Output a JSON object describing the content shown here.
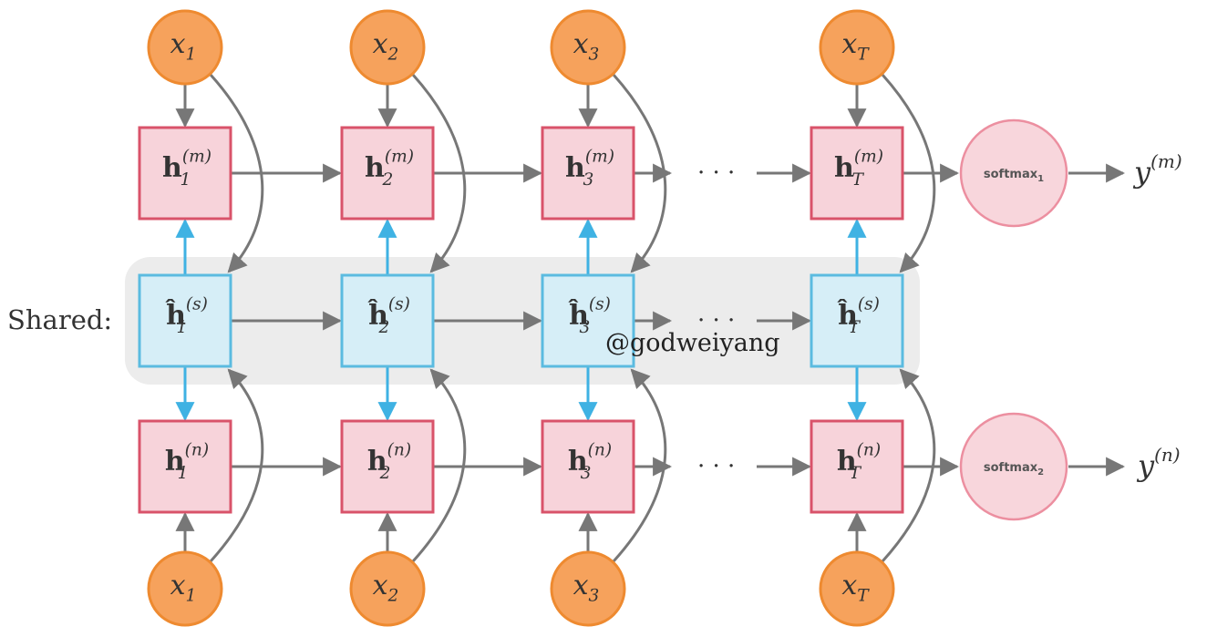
{
  "shared_label": "Shared:",
  "inputs_top": [
    {
      "base": "x",
      "sub": "1"
    },
    {
      "base": "x",
      "sub": "2"
    },
    {
      "base": "x",
      "sub": "3"
    },
    {
      "base": "x",
      "sub": "T"
    }
  ],
  "inputs_bottom": [
    {
      "base": "x",
      "sub": "1"
    },
    {
      "base": "x",
      "sub": "2"
    },
    {
      "base": "x",
      "sub": "3"
    },
    {
      "base": "x",
      "sub": "T"
    }
  ],
  "hidden_m": [
    {
      "base": "h",
      "sub": "1",
      "sup": "(m)"
    },
    {
      "base": "h",
      "sub": "2",
      "sup": "(m)"
    },
    {
      "base": "h",
      "sub": "3",
      "sup": "(m)"
    },
    {
      "base": "h",
      "sub": "T",
      "sup": "(m)"
    }
  ],
  "hidden_s": [
    {
      "base": "ĥ",
      "sub": "1",
      "sup": "(s)"
    },
    {
      "base": "ĥ",
      "sub": "2",
      "sup": "(s)"
    },
    {
      "base": "ĥ",
      "sub": "3",
      "sup": "(s)"
    },
    {
      "base": "ĥ",
      "sub": "T",
      "sup": "(s)"
    }
  ],
  "hidden_n": [
    {
      "base": "h",
      "sub": "1",
      "sup": "(n)"
    },
    {
      "base": "h",
      "sub": "2",
      "sup": "(n)"
    },
    {
      "base": "h",
      "sub": "3",
      "sup": "(n)"
    },
    {
      "base": "h",
      "sub": "T",
      "sup": "(n)"
    }
  ],
  "ellipsis": "· · ·",
  "softmax_top": {
    "base": "softmax",
    "sub": "1"
  },
  "softmax_bottom": {
    "base": "softmax",
    "sub": "2"
  },
  "output_top": {
    "base": "y",
    "sup": "(m)"
  },
  "output_bottom": {
    "base": "y",
    "sup": "(n)"
  },
  "watermark": "@godweiyang",
  "colors": {
    "input_fill": "#f6a25c",
    "input_stroke": "#ee8a30",
    "hidden_task_fill": "#f7d3da",
    "hidden_task_stroke": "#d9536a",
    "hidden_shared_fill": "#d6eef7",
    "hidden_shared_stroke": "#5bbbe0",
    "softmax_fill": "#f8d6dc",
    "softmax_stroke": "#ec8fa0",
    "shared_band": "#ececec",
    "arrow_gray": "#777777",
    "arrow_blue": "#3fb2e3"
  }
}
